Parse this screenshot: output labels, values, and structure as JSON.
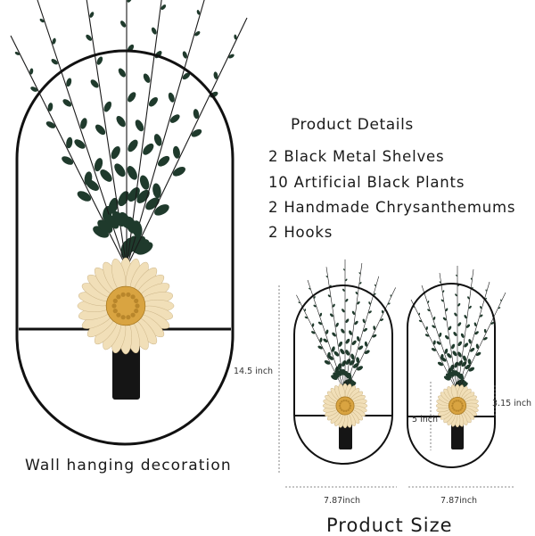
{
  "details": {
    "title": "Product Details",
    "items": [
      "2 Black Metal Shelves",
      "10 Artificial Black Plants",
      "2 Handmade Chrysanthemums",
      "2 Hooks"
    ]
  },
  "caption": "Wall hanging decoration",
  "size_title": "Product Size",
  "dimensions": {
    "height": "14.5 inch",
    "width_left": "7.87inch",
    "width_right": "7.87inch",
    "shelf_height": "3.15 inch",
    "vase_height": "5 inch"
  },
  "colors": {
    "frame": "#111111",
    "leaf": "#1f3a2c",
    "flower_petal": "#f1dfb8",
    "flower_center": "#d9a441",
    "dim_line": "#555555"
  }
}
